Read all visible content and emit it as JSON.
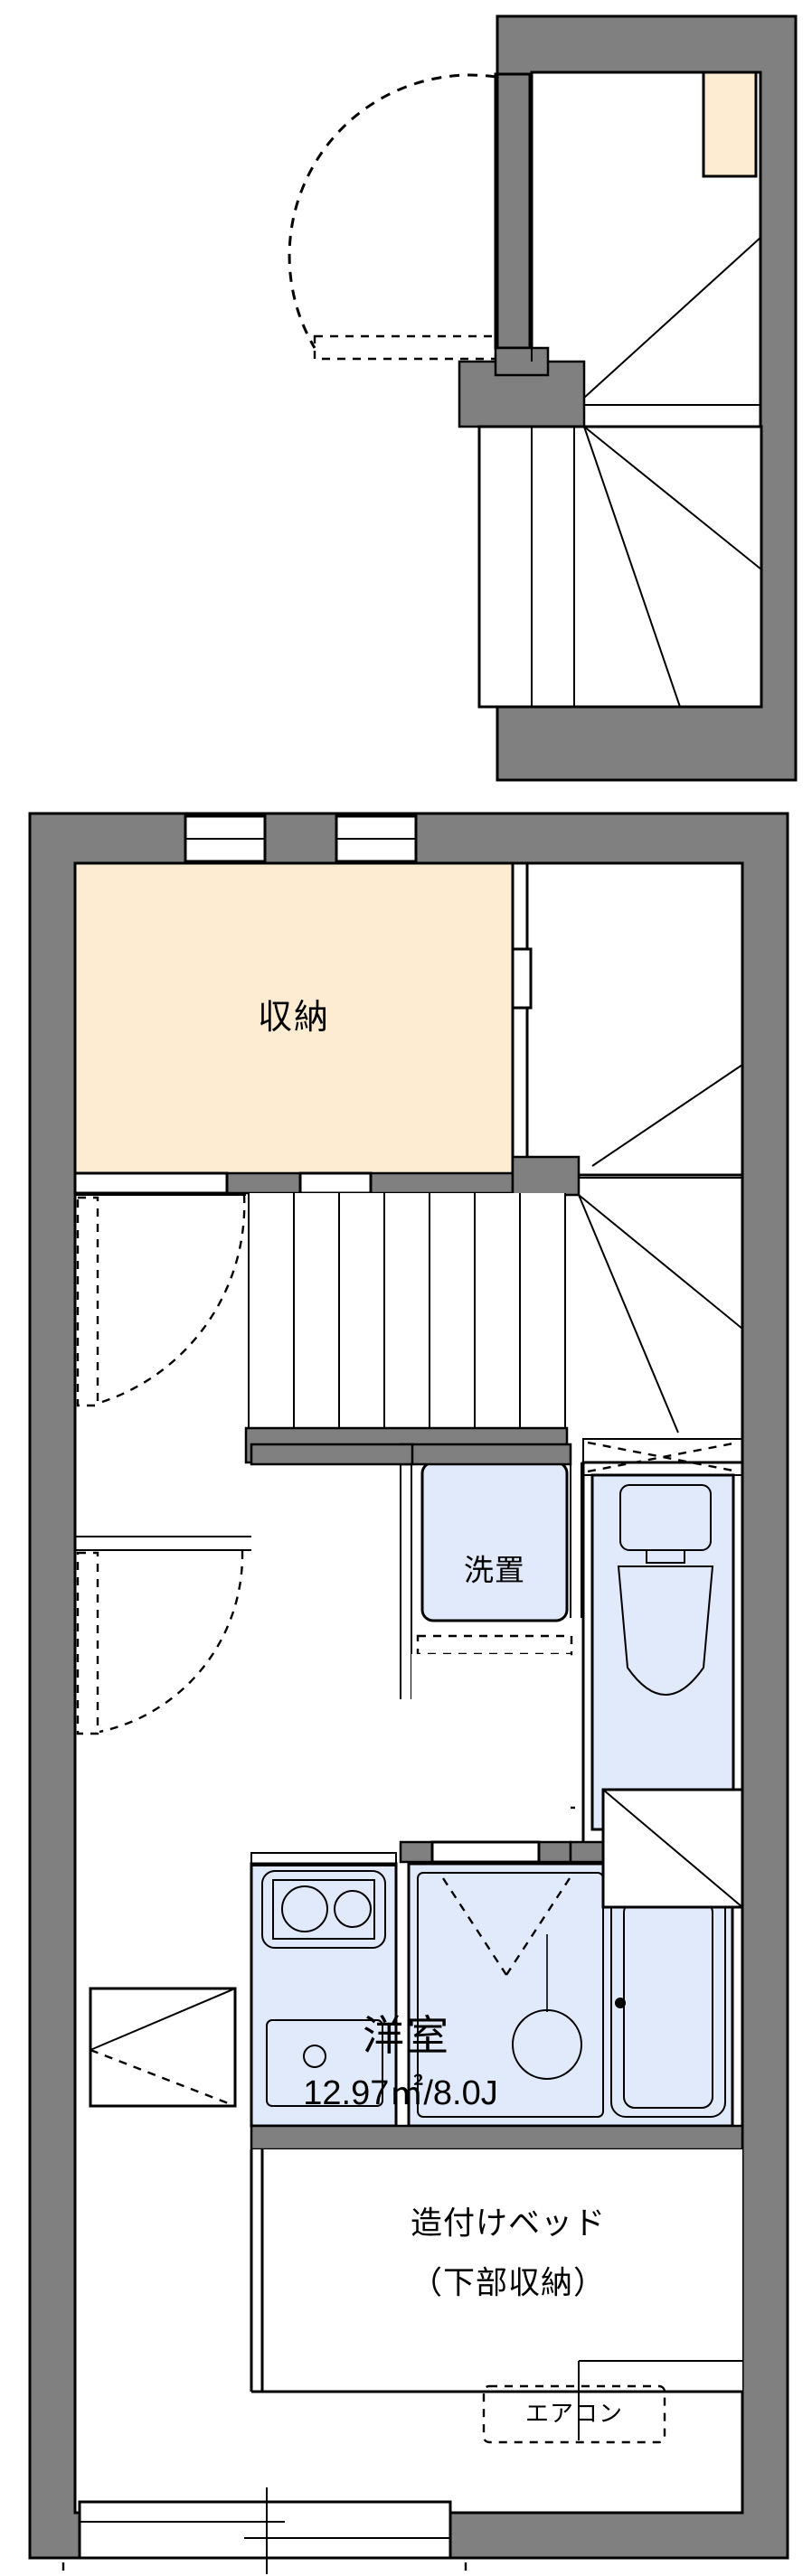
{
  "document": {
    "kind": "floor-plan",
    "orientation": "vertical",
    "sheet_background": "#ffffff"
  },
  "colors": {
    "wall": "#808080",
    "outline": "#000000",
    "storage_fill": "#fdecd2",
    "fixture_fill": "#e0eafb",
    "room_fill": "#ffffff"
  },
  "upper_plan": {
    "name": "entrance-and-stair-detail",
    "closet_label": "",
    "has_entry_door_swing": true,
    "has_spiral_stair": true
  },
  "rooms": [
    {
      "id": "storage",
      "label": "収納",
      "fill": "#fdecd2"
    },
    {
      "id": "washer-space",
      "label": "洗置",
      "fill": "#e0eafb"
    },
    {
      "id": "built-in-bed",
      "label_line1": "造付けベッド",
      "label_line2": "（下部収納）",
      "fill": "#ffffff"
    },
    {
      "id": "western-room",
      "label": "洋室",
      "area": "12.97㎡/8.0J",
      "fill": "#ffffff"
    }
  ],
  "annotations": {
    "air_conditioner": "エアコン"
  },
  "fixtures": [
    {
      "id": "toilet",
      "name": "toilet-fixture"
    },
    {
      "id": "kitchen-sink",
      "name": "kitchen-sink-fixture"
    },
    {
      "id": "gas-stove",
      "name": "gas-stove-fixture"
    },
    {
      "id": "bathtub",
      "name": "bathtub-fixture"
    },
    {
      "id": "vanity-basin",
      "name": "vanity-basin-fixture"
    },
    {
      "id": "washer-pan",
      "name": "washing-machine-pan"
    }
  ]
}
